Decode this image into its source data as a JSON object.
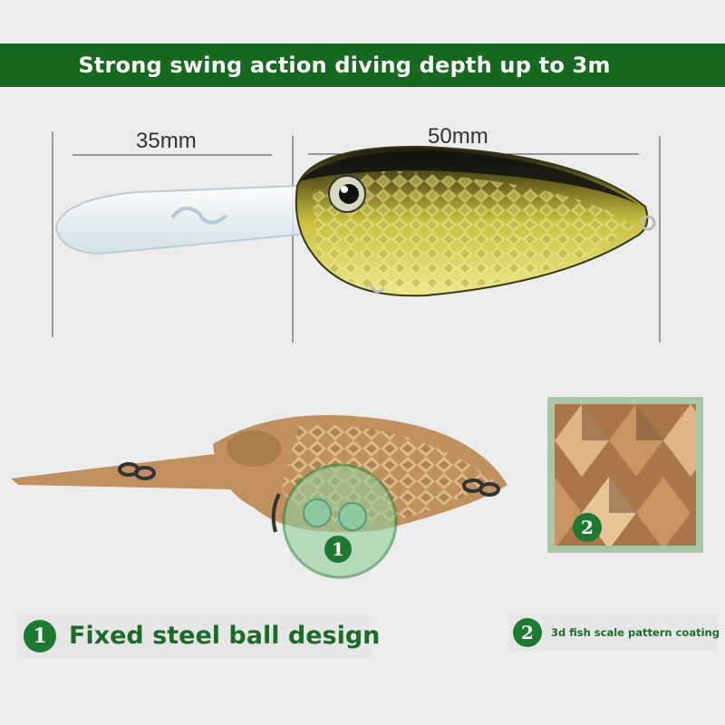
{
  "banner": {
    "title": "Strong swing action diving depth up to 3m"
  },
  "dimensions": {
    "lip_length": "35mm",
    "body_length": "50mm"
  },
  "callouts": [
    {
      "number": "1",
      "label": "Fixed steel ball design"
    },
    {
      "number": "2",
      "label": "3d fish scale pattern coating"
    }
  ],
  "colors": {
    "banner": "#17691f",
    "accent_green": "#1e7a30",
    "label_green": "#1b6b2a",
    "lure_body": "#c0905f"
  }
}
